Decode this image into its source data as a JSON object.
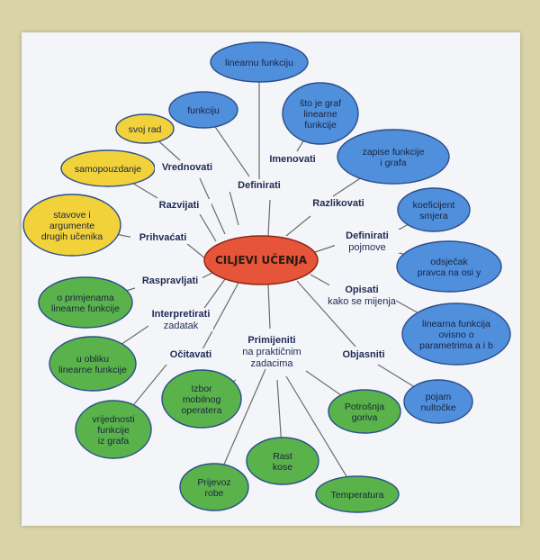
{
  "center": {
    "text": "CILJEVI UČENJA",
    "color": "#e6543a"
  },
  "colors": {
    "blue": "#4f8fdc",
    "yellow": "#f2d23a",
    "green": "#59b34a",
    "line": "#6b6b6b"
  },
  "verbs": [
    {
      "id": "definirati",
      "bold": "Definirati",
      "sub": ""
    },
    {
      "id": "imenovati",
      "bold": "Imenovati",
      "sub": ""
    },
    {
      "id": "razlikovati",
      "bold": "Razlikovati",
      "sub": ""
    },
    {
      "id": "definirati-pojmove",
      "bold": "Definirati",
      "sub": "pojmove"
    },
    {
      "id": "opisati",
      "bold": "Opisati",
      "sub": "kako se mijenja"
    },
    {
      "id": "objasniti",
      "bold": "Objasniti",
      "sub": ""
    },
    {
      "id": "primijeniti",
      "bold": "Primijeniti",
      "sub": "na praktičnim",
      "sub2": "zadacima"
    },
    {
      "id": "ocitavati",
      "bold": "Očitavati",
      "sub": ""
    },
    {
      "id": "interpretirati",
      "bold": "Interpretirati",
      "sub": "zadatak"
    },
    {
      "id": "raspravljati",
      "bold": "Raspravljati",
      "sub": ""
    },
    {
      "id": "prihvacati",
      "bold": "Prihvaćati",
      "sub": ""
    },
    {
      "id": "razvijati",
      "bold": "Razvijati",
      "sub": ""
    },
    {
      "id": "vrednovati",
      "bold": "Vrednovati",
      "sub": ""
    }
  ],
  "bubbles": [
    {
      "id": "linearnu-funkciju",
      "color": "blue",
      "lines": [
        "linearnu funkciju"
      ]
    },
    {
      "id": "funkciju",
      "color": "blue",
      "lines": [
        "funkciju"
      ]
    },
    {
      "id": "sto-je-graf",
      "color": "blue",
      "lines": [
        "što je graf",
        "linearne",
        "funkcije"
      ]
    },
    {
      "id": "zapise-funkcije",
      "color": "blue",
      "lines": [
        "zapise funkcije",
        "i grafa"
      ]
    },
    {
      "id": "koeficijent-smjera",
      "color": "blue",
      "lines": [
        "koeficijent",
        "smjera"
      ]
    },
    {
      "id": "odsjecak",
      "color": "blue",
      "lines": [
        "odsječak",
        "pravca na osi y"
      ]
    },
    {
      "id": "linearna-ovisno",
      "color": "blue",
      "lines": [
        "linearna funkcija",
        "ovisno o",
        "parametrima a i b"
      ]
    },
    {
      "id": "pojam-nultocke",
      "color": "blue",
      "lines": [
        "pojam",
        "nultočke"
      ]
    },
    {
      "id": "svoj-rad",
      "color": "yellow",
      "lines": [
        "svoj rad"
      ]
    },
    {
      "id": "samopouzdanje",
      "color": "yellow",
      "lines": [
        "samopouzdanje"
      ]
    },
    {
      "id": "stavove",
      "color": "yellow",
      "lines": [
        "stavove i",
        "argumente",
        "drugih učenika"
      ]
    },
    {
      "id": "o-primjenama",
      "color": "green",
      "lines": [
        "o primjenama",
        "linearne funkcije"
      ]
    },
    {
      "id": "u-obliku",
      "color": "green",
      "lines": [
        "u obliku",
        "linearne funkcije"
      ]
    },
    {
      "id": "vrijednosti",
      "color": "green",
      "lines": [
        "vrijednosti",
        "funkcije",
        "iz grafa"
      ]
    },
    {
      "id": "izbor",
      "color": "green",
      "lines": [
        "Izbor",
        "mobilnog",
        "operatera"
      ]
    },
    {
      "id": "potrosnja",
      "color": "green",
      "lines": [
        "Potrošnja",
        "goriva"
      ]
    },
    {
      "id": "rast-kose",
      "color": "green",
      "lines": [
        "Rast",
        "kose"
      ]
    },
    {
      "id": "prijevoz",
      "color": "green",
      "lines": [
        "Prijevoz",
        "robe"
      ]
    },
    {
      "id": "temperatura",
      "color": "green",
      "lines": [
        "Temperatura"
      ]
    }
  ]
}
